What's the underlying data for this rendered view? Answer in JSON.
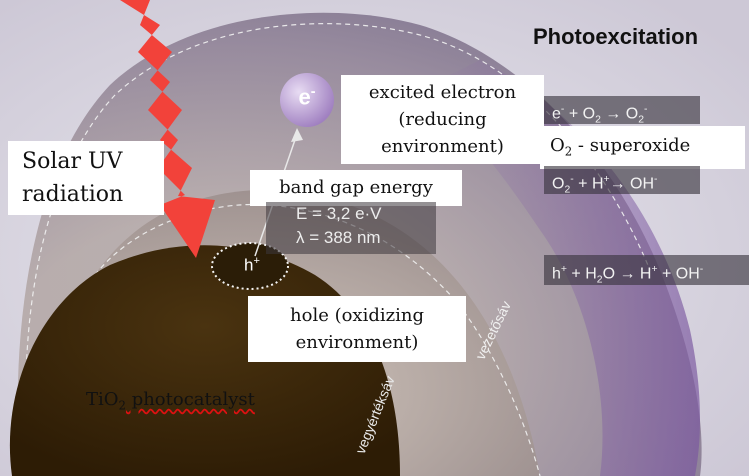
{
  "title": "Photoexcitation",
  "solar": {
    "line1": "Solar UV",
    "line2": "radiation"
  },
  "electron": {
    "symbol": "e",
    "charge": "-"
  },
  "hole_marker": {
    "symbol": "h",
    "charge": "+"
  },
  "excited": {
    "line1": "excited electron",
    "line2": "(reducing",
    "line3": "environment)"
  },
  "band_gap": "band gap energy",
  "energy": {
    "e_text": "E = 3,2 e·V",
    "lambda_text": "λ = 388 nm"
  },
  "hole": {
    "line1": "hole (oxidizing",
    "line2": "environment)"
  },
  "catalyst": {
    "pre": "TiO",
    "sub": "2",
    "post": " photocatalyst"
  },
  "superoxide": {
    "pre": "O",
    "sub": "2",
    "post": " - superoxide"
  },
  "equations": {
    "eq1": {
      "a": "e",
      "a_sup": "-",
      "b": " + O",
      "b_sub": "2",
      "c": " → O",
      "c_sub": "2",
      "c_sup": "-"
    },
    "eq2": {
      "a": "O",
      "a_sub": "2",
      "a_sup": "-",
      "b": " + H",
      "b_sup": "+",
      "c": "→ OH",
      "c_sup": "-"
    },
    "eq3": {
      "a": "h",
      "a_sup": "+",
      "b": " + H",
      "b_sub": "2",
      "c": "O → H",
      "c_sup": "+",
      "d": " + OH",
      "d_sup": "-"
    }
  },
  "band_labels": {
    "conduction": "vezetősáv",
    "valence": "vegyértéksáv"
  },
  "colors": {
    "arrow": "#f2423a",
    "catalyst": "#3b2608",
    "band_outer": "#7d6f86",
    "band_inner": "#a89a92"
  }
}
